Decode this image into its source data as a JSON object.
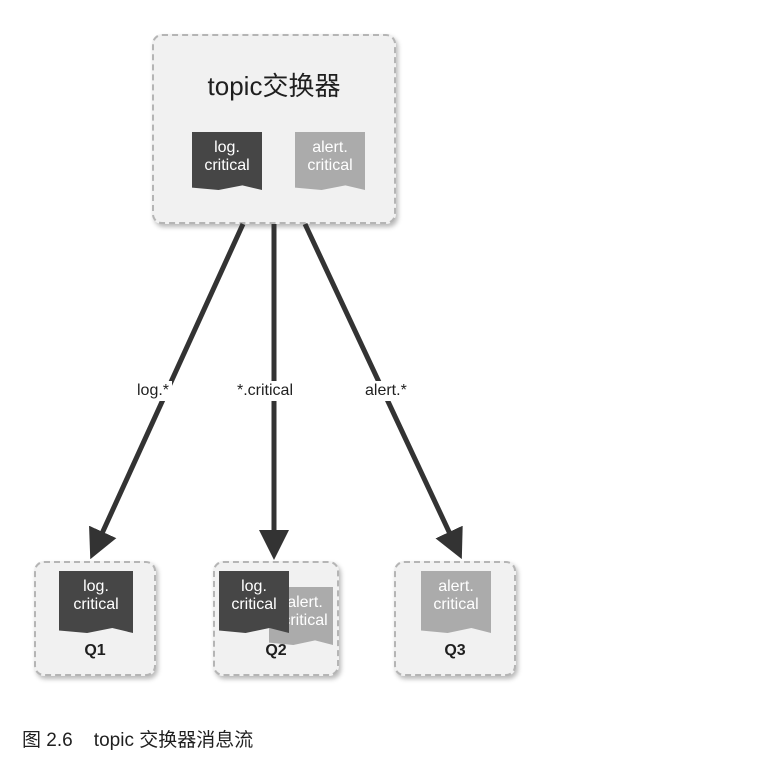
{
  "exchange": {
    "title": "topic交换器",
    "messages": [
      {
        "line1": "log.",
        "line2": "critical",
        "tone": "dark"
      },
      {
        "line1": "alert.",
        "line2": "critical",
        "tone": "light"
      }
    ]
  },
  "bindings": [
    {
      "label": "log.*",
      "target": "Q1"
    },
    {
      "label": "*.critical",
      "target": "Q2"
    },
    {
      "label": "alert.*",
      "target": "Q3"
    }
  ],
  "queues": [
    {
      "name": "Q1",
      "messages": [
        {
          "line1": "log.",
          "line2": "critical",
          "tone": "dark"
        }
      ]
    },
    {
      "name": "Q2",
      "messages": [
        {
          "line1": "log.",
          "line2": "critical",
          "tone": "dark"
        },
        {
          "line1": "alert.",
          "line2": "critical",
          "tone": "light"
        }
      ]
    },
    {
      "name": "Q3",
      "messages": [
        {
          "line1": "alert.",
          "line2": "critical",
          "tone": "light"
        }
      ]
    }
  ],
  "caption": "图 2.6    topic 交换器消息流",
  "colors": {
    "dark_message": "#464646",
    "light_message": "#ababab",
    "arrow": "#333333",
    "box_background": "#f1f1f1",
    "box_border": "#b5b5b5"
  }
}
